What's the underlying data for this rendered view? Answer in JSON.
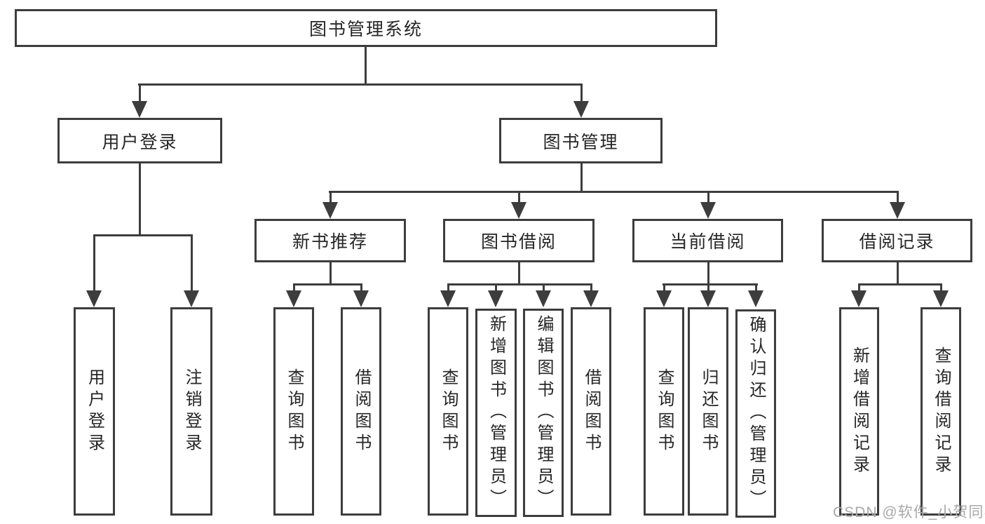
{
  "colors": {
    "line": "#3d3d3d",
    "text": "#262626",
    "background": "#ffffff",
    "watermark": "#a9a9a9"
  },
  "tree": {
    "label": "图书管理系统",
    "children": [
      {
        "label": "用户登录",
        "children": [
          {
            "label": "用户登录"
          },
          {
            "label": "注销登录"
          }
        ]
      },
      {
        "label": "图书管理",
        "children": [
          {
            "label": "新书推荐",
            "children": [
              {
                "label": "查询图书"
              },
              {
                "label": "借阅图书"
              }
            ]
          },
          {
            "label": "图书借阅",
            "children": [
              {
                "label": "查询图书"
              },
              {
                "label": "新增图书（管理员）"
              },
              {
                "label": "编辑图书（管理员）"
              },
              {
                "label": "借阅图书"
              }
            ]
          },
          {
            "label": "当前借阅",
            "children": [
              {
                "label": "查询图书"
              },
              {
                "label": "归还图书"
              },
              {
                "label": "确认归还（管理员）"
              }
            ]
          },
          {
            "label": "借阅记录",
            "children": [
              {
                "label": "新增借阅记录"
              },
              {
                "label": "查询借阅记录"
              }
            ]
          }
        ]
      }
    ]
  },
  "watermark": {
    "text": "CSDN @软件_小贺同学"
  }
}
